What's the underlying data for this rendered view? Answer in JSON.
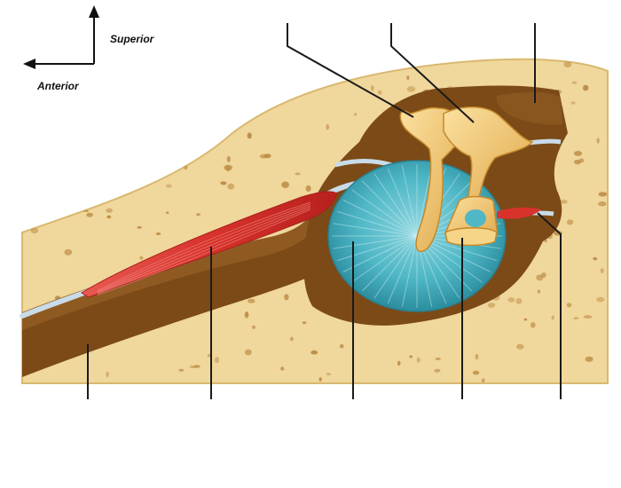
{
  "orientation": {
    "superior_label": "Superior",
    "anterior_label": "Anterior"
  },
  "colors": {
    "bone": "#f0d79c",
    "bone_edge": "#d9b870",
    "bone_pore": "#b9873f",
    "cavity": "#7c4a17",
    "tympanic_membrane": "#4fb7c6",
    "ossicle": "#f2c46a",
    "muscle": "#d8322c",
    "tendon": "#c9dbe8",
    "leader_line": "#1a1a1a"
  },
  "diagram": {
    "type": "anatomical cross-section, middle ear",
    "unlabeled_leader_lines_top": 3,
    "unlabeled_leader_lines_bottom": 5
  }
}
